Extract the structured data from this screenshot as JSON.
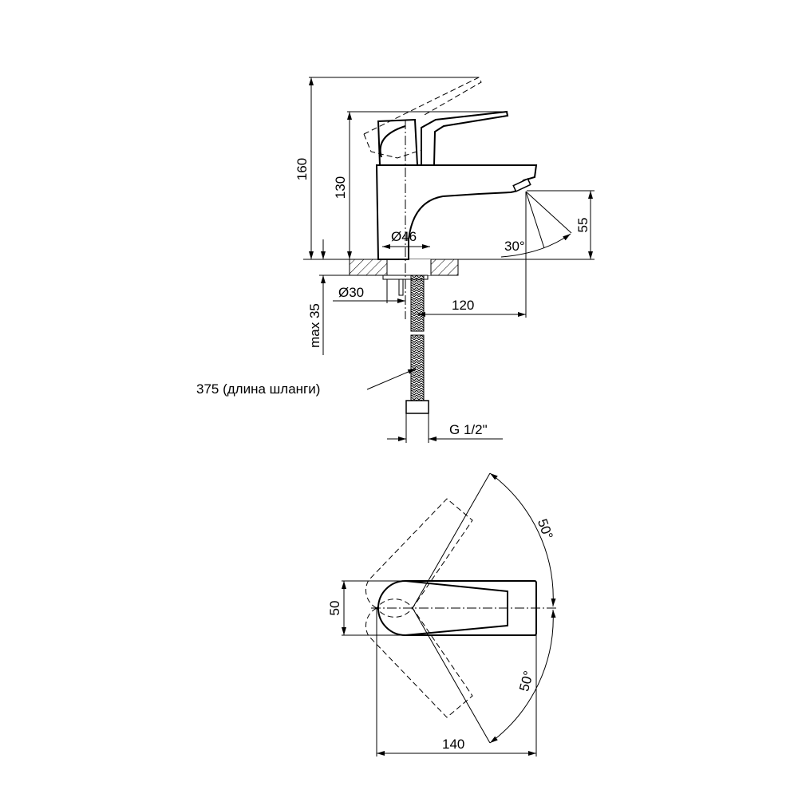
{
  "side_view": {
    "dims": {
      "height_max": "160",
      "height": "130",
      "spout_height": "55",
      "spray_angle": "30°",
      "base_diameter": "Ø46",
      "shank_diameter": "Ø30",
      "max_deck_thickness": "max 35",
      "spout_reach": "120",
      "hose_length": "375 (длина шланги)",
      "thread": "G 1/2\""
    }
  },
  "top_view": {
    "dims": {
      "width": "50",
      "length": "140",
      "angle_upper": "50°",
      "angle_lower": "50°"
    }
  }
}
